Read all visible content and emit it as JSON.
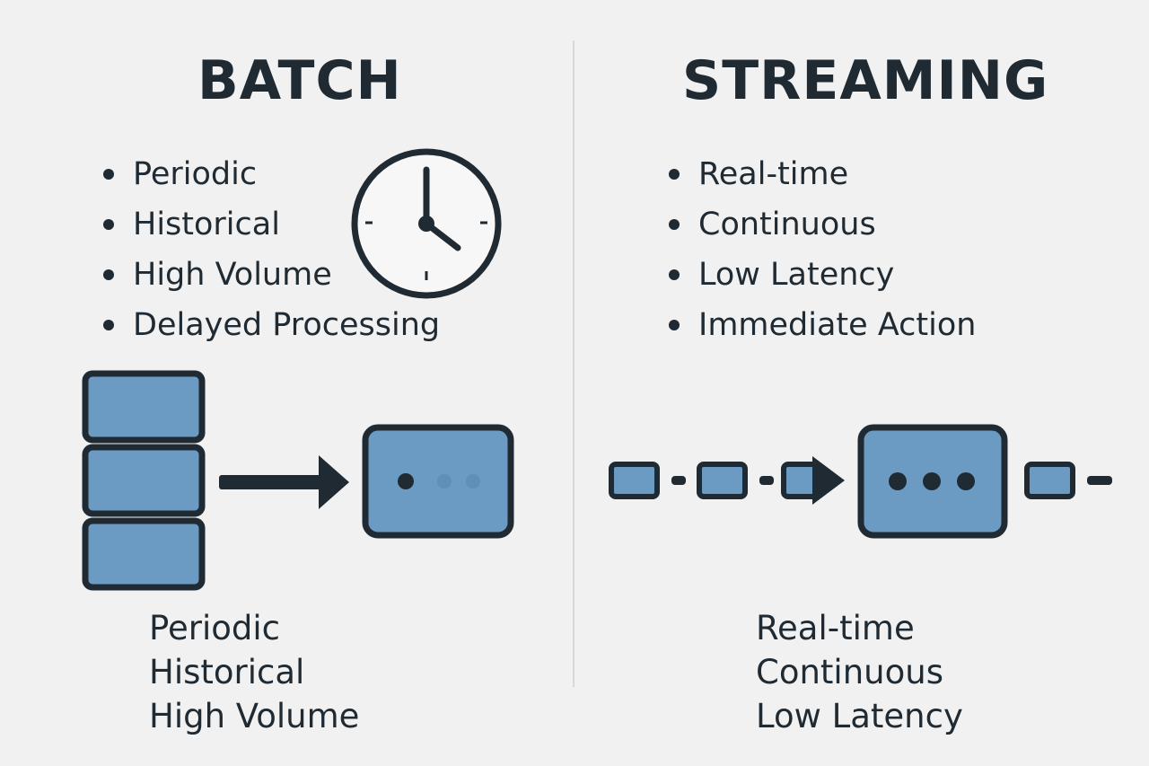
{
  "batch": {
    "title": "BATCH",
    "bullets": [
      "Periodic",
      "Historical",
      "High Volume",
      "Delayed Processing"
    ],
    "captions": [
      "Periodic",
      "Historical",
      "High Volume"
    ],
    "clock_icon": "clock-icon"
  },
  "streaming": {
    "title": "STREAMING",
    "bullets": [
      "Real-time",
      "Continuous",
      "Low Latency",
      "Immediate Action"
    ],
    "captions": [
      "Real-time",
      "Continuous",
      "Low Latency"
    ]
  },
  "colors": {
    "background": "#f1f1f1",
    "ink": "#1f2a33",
    "block_fill": "#6b9bc3",
    "divider": "#d5d9de"
  }
}
